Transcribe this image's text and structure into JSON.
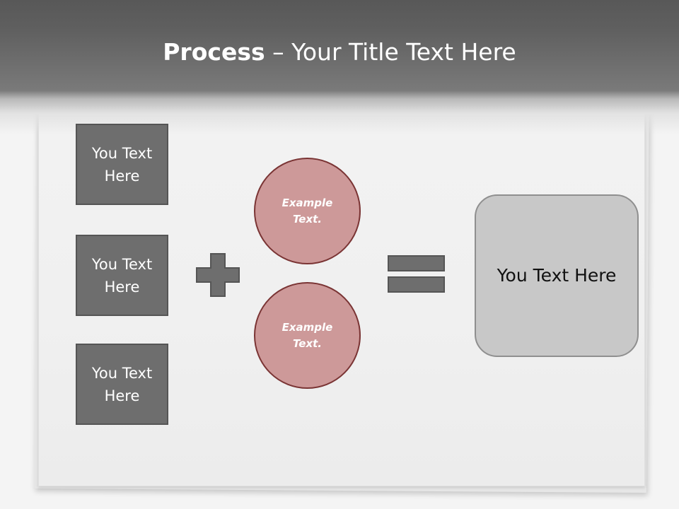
{
  "title": {
    "bold": "Process",
    "rest": " – Your Title Text Here"
  },
  "left_boxes": [
    {
      "label": "You Text Here"
    },
    {
      "label": "You Text Here"
    },
    {
      "label": "You Text Here"
    }
  ],
  "circles": [
    {
      "label": "Example Text."
    },
    {
      "label": "Example Text."
    }
  ],
  "operators": {
    "plus_icon": "plus-icon",
    "equals_icon": "equals-icon"
  },
  "result_box": {
    "label": "You Text Here"
  },
  "colors": {
    "header": "#5f5f5f",
    "box_fill": "#6e6e6e",
    "circle_fill": "#cd9999",
    "circle_border": "#7a3434",
    "result_fill": "#c8c8c8",
    "operator_fill": "#6e6e6e"
  }
}
